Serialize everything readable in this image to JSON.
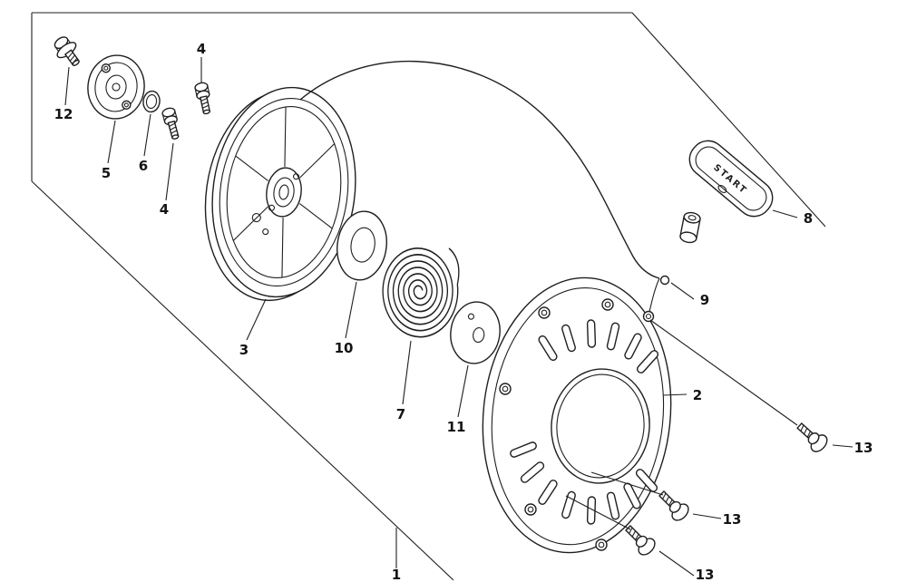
{
  "figure": {
    "grip_text": "START",
    "labels": {
      "1": "1",
      "2": "2",
      "3": "3",
      "4": "4",
      "5": "5",
      "6": "6",
      "7": "7",
      "8": "8",
      "9": "9",
      "10": "10",
      "11": "11",
      "12": "12",
      "13": "13"
    }
  }
}
